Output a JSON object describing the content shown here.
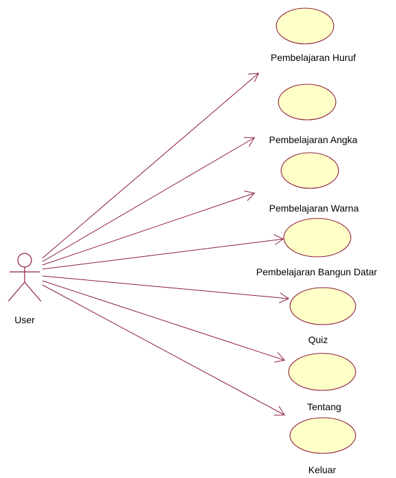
{
  "actor": {
    "name": "User"
  },
  "use_cases": [
    {
      "id": "huruf",
      "label": "Pembelajaran Huruf"
    },
    {
      "id": "angka",
      "label": "Pembelajaran Angka"
    },
    {
      "id": "warna",
      "label": "Pembelajaran Warna"
    },
    {
      "id": "bangun-datar",
      "label": "Pembelajaran Bangun Datar"
    },
    {
      "id": "quiz",
      "label": "Quiz"
    },
    {
      "id": "tentang",
      "label": "Tentang"
    },
    {
      "id": "keluar",
      "label": "Keluar"
    }
  ],
  "colors": {
    "line": "#8b1a3c",
    "usecase_fill": "#ffffc8"
  }
}
